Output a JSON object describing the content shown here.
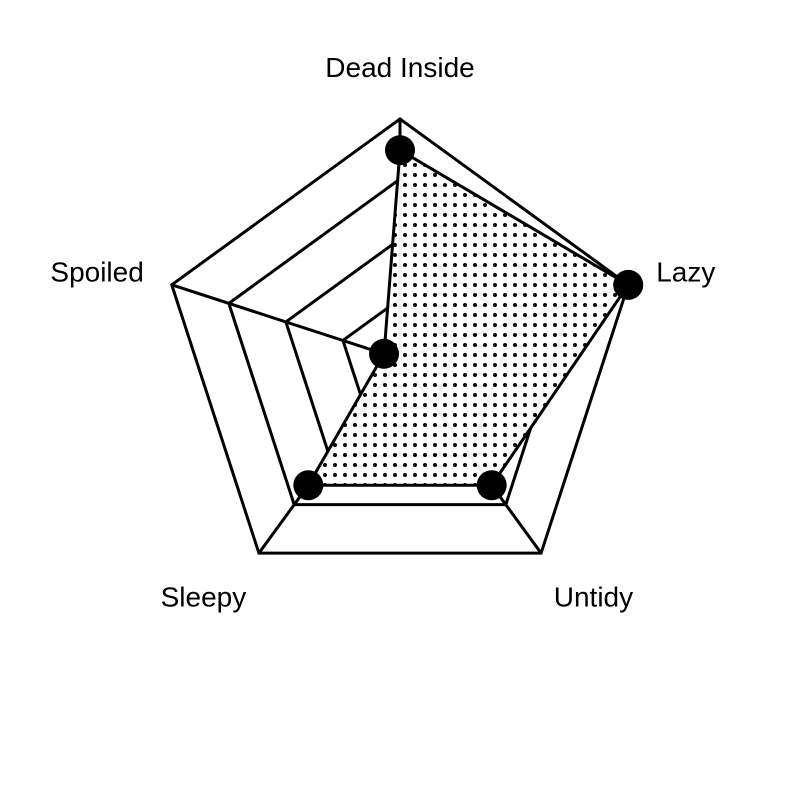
{
  "chart_data": {
    "type": "radar",
    "title": "",
    "categories": [
      "Dead Inside",
      "Lazy",
      "Untidy",
      "Sleepy",
      "Spoiled"
    ],
    "series": [
      {
        "values": [
          0.87,
          1.0,
          0.65,
          0.65,
          0.07
        ]
      }
    ],
    "range": [
      0,
      1
    ],
    "rings": 4,
    "grid": true,
    "fill_pattern": "dots",
    "colors": {
      "line": "#000000",
      "background": "#ffffff",
      "fill_dot": "#000000"
    }
  }
}
